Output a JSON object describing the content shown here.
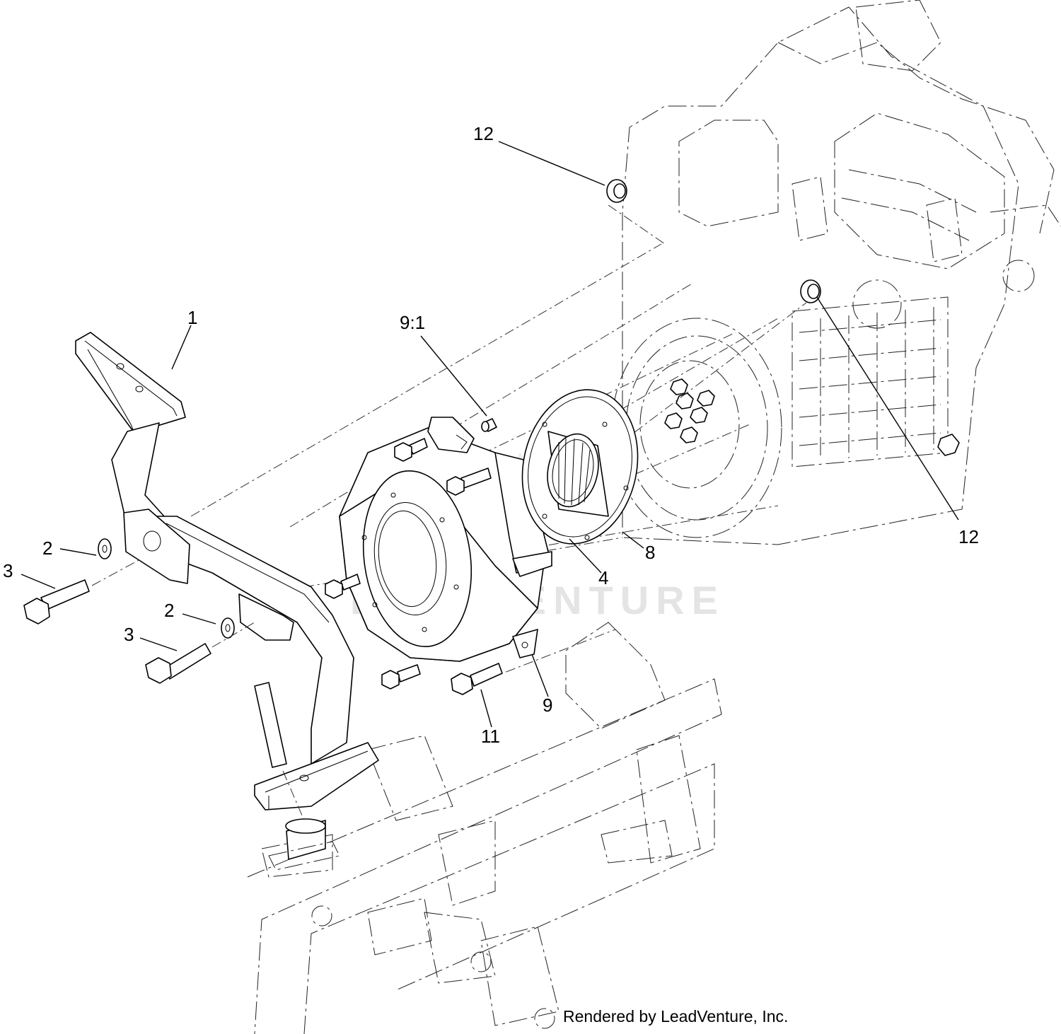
{
  "callouts": {
    "c1": "1",
    "c2a": "2",
    "c2b": "2",
    "c3a": "3",
    "c3b": "3",
    "c4": "4",
    "c8": "8",
    "c9": "9",
    "c91": "9:1",
    "c11": "11",
    "c12a": "12",
    "c12b": "12"
  },
  "watermark": "LEADVENTURE",
  "credit": "Rendered by LeadVenture, Inc.",
  "colors": {
    "line": "#000000",
    "background": "#ffffff",
    "watermark": "#e4e4e4"
  }
}
